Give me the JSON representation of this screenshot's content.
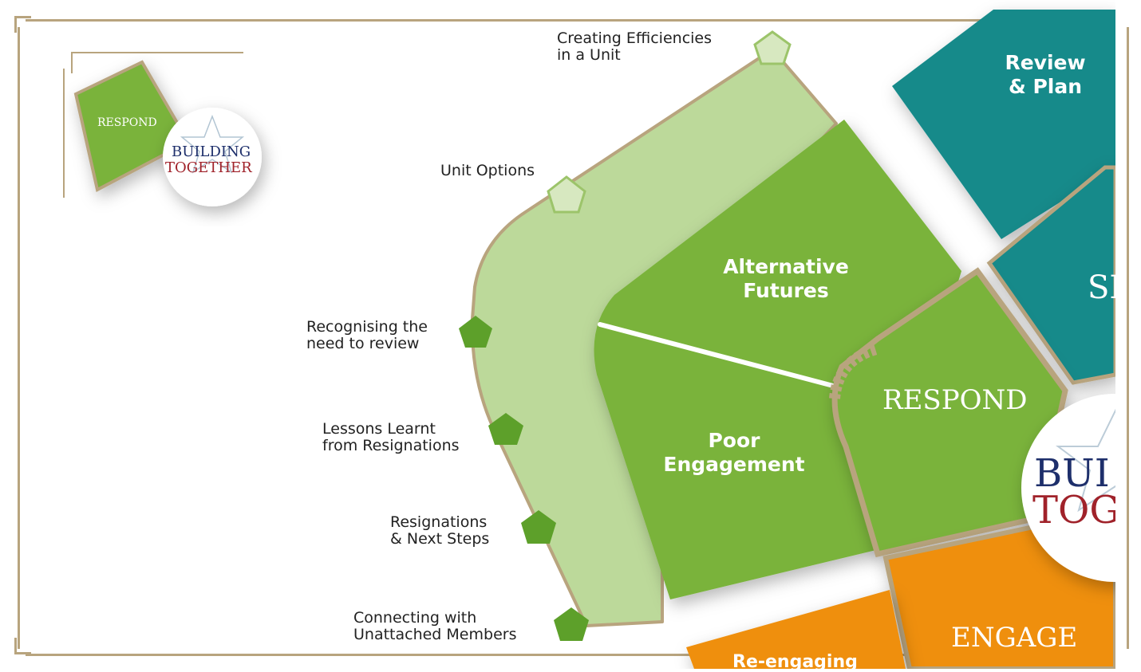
{
  "inset": {
    "respond_label": "RESPOND",
    "logo_line1": "BUILDING",
    "logo_line2": "TOGETHER"
  },
  "path_steps": [
    {
      "line1": "Creating Efficiencies",
      "line2": "in a Unit"
    },
    {
      "line1": "Unit Options",
      "line2": ""
    },
    {
      "line1": "Recognising the",
      "line2": "need to review"
    },
    {
      "line1": "Lessons Learnt",
      "line2": "from Resignations"
    },
    {
      "line1": "Resignations",
      "line2": "& Next Steps"
    },
    {
      "line1": "Connecting with",
      "line2": "Unattached Members"
    }
  ],
  "segments": {
    "alternative_futures": {
      "line1": "Alternative",
      "line2": "Futures"
    },
    "poor_engagement": {
      "line1": "Poor",
      "line2": "Engagement"
    }
  },
  "hub": {
    "respond": "RESPOND",
    "review_plan_line1": "Review",
    "review_plan_line2": "& Plan",
    "teal_partial": "SE",
    "engage": "ENGAGE",
    "reengaging": "Re-engaging",
    "logo_line1": "BUI",
    "logo_line2": "TOG"
  },
  "colors": {
    "green": "#7ab33a",
    "light_green": "#bcd99a",
    "teal": "#138a8a",
    "orange": "#ef8f0b",
    "gold_border": "#b8a47e",
    "navy": "#1e2f6b",
    "maroon": "#a0222a"
  }
}
